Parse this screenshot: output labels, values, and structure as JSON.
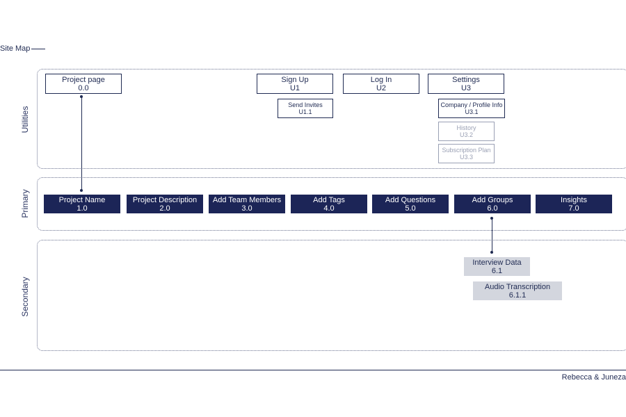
{
  "title": "Site Map",
  "sections": {
    "utilities": "Utilities",
    "primary": "Primary",
    "secondary": "Secondary"
  },
  "utilities": {
    "project_page": {
      "name": "Project page",
      "code": "0.0"
    },
    "sign_up": {
      "name": "Sign Up",
      "code": "U1"
    },
    "log_in": {
      "name": "Log In",
      "code": "U2"
    },
    "settings": {
      "name": "Settings",
      "code": "U3"
    },
    "send_invites": {
      "name": "Send Invites",
      "code": "U1.1"
    },
    "company_profile": {
      "name": "Company / Profile Info",
      "code": "U3.1"
    },
    "history": {
      "name": "History",
      "code": "U3.2"
    },
    "subscription_plan": {
      "name": "Subscription Plan",
      "code": "U3.3"
    }
  },
  "primary": [
    {
      "name": "Project Name",
      "code": "1.0"
    },
    {
      "name": "Project Description",
      "code": "2.0"
    },
    {
      "name": "Add Team Members",
      "code": "3.0"
    },
    {
      "name": "Add Tags",
      "code": "4.0"
    },
    {
      "name": "Add Questions",
      "code": "5.0"
    },
    {
      "name": "Add Groups",
      "code": "6.0"
    },
    {
      "name": "Insights",
      "code": "7.0"
    }
  ],
  "secondary": {
    "interview_data": {
      "name": "Interview Data",
      "code": "6.1"
    },
    "audio_transcription": {
      "name": "Audio Transcription",
      "code": "6.1.1"
    }
  },
  "footer": "Rebecca & Juneza",
  "colors": {
    "navy": "#1c2557",
    "grey_node": "#d3d6de",
    "muted": "#9aa0b4"
  }
}
